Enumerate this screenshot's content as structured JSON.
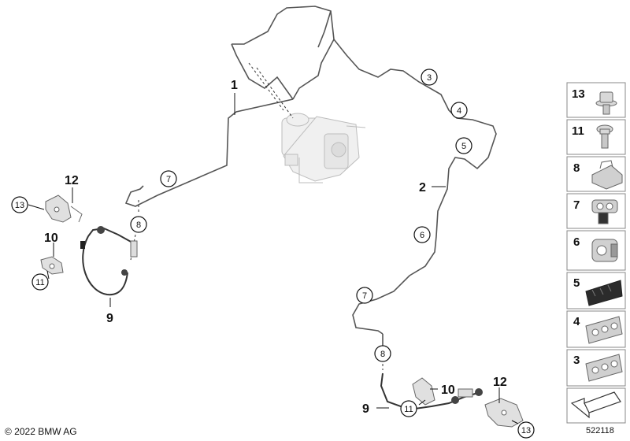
{
  "callouts": {
    "c1": "1",
    "c2": "2",
    "c3": "3",
    "c4": "4",
    "c5": "5",
    "c6": "6",
    "c7a": "7",
    "c7b": "7",
    "c8a": "8",
    "c8b": "8",
    "c9a": "9",
    "c9b": "9",
    "c10a": "10",
    "c10b": "10",
    "c11a": "11",
    "c11b": "11",
    "c12a": "12",
    "c12b": "12",
    "c13a": "13",
    "c13b": "13"
  },
  "legend": {
    "items": [
      "13",
      "11",
      "8",
      "7",
      "6",
      "5",
      "4",
      "3"
    ],
    "icons": [
      "flange-bolt-icon",
      "bolt-icon",
      "clip-bracket-icon",
      "pipe-clip-icon",
      "double-pipe-clip-icon",
      "black-pipe-holder-icon",
      "triple-pipe-clip-icon",
      "triple-pipe-clip-icon"
    ]
  },
  "footer": {
    "copyright": "© 2022 BMW AG",
    "diagram_id": "522118"
  }
}
